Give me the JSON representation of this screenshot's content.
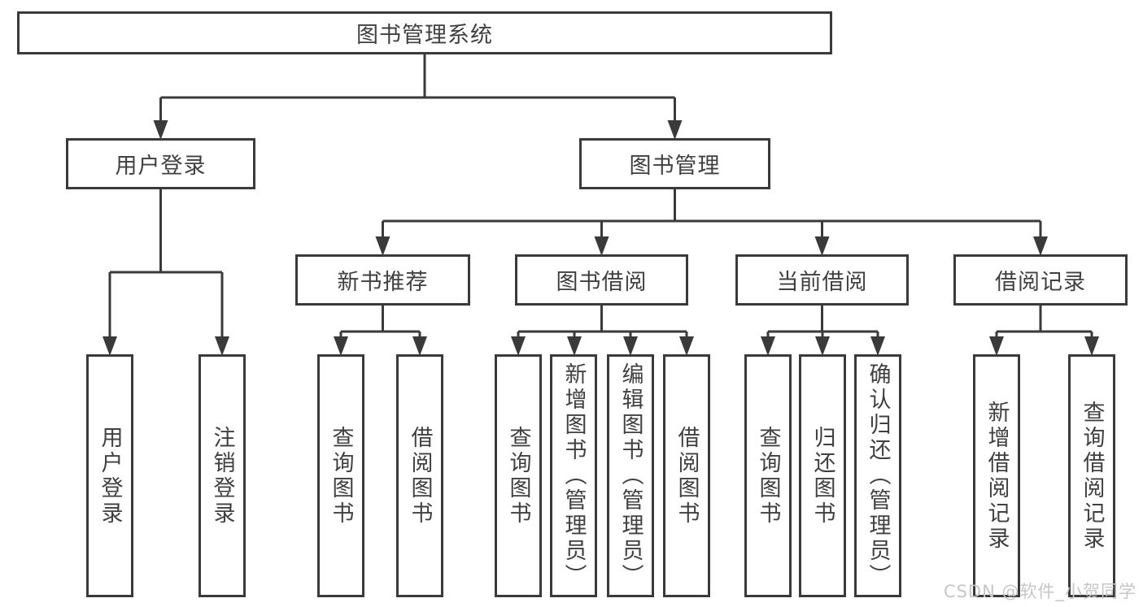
{
  "tree": {
    "root": "图书管理系统",
    "children": [
      {
        "label": "用户登录",
        "children": [
          "用户登录",
          "注销登录"
        ]
      },
      {
        "label": "图书管理",
        "children": [
          {
            "label": "新书推荐",
            "children": [
              "查询图书",
              "借阅图书"
            ]
          },
          {
            "label": "图书借阅",
            "children": [
              "查询图书",
              "新增图书（管理员）",
              "编辑图书（管理员）",
              "借阅图书"
            ]
          },
          {
            "label": "当前借阅",
            "children": [
              "查询图书",
              "归还图书",
              "确认归还（管理员）"
            ]
          },
          {
            "label": "借阅记录",
            "children": [
              "新增借阅记录",
              "查询借阅记录"
            ]
          }
        ]
      }
    ]
  },
  "watermark": {
    "text": "CSDN @软件_小贺同学"
  },
  "colors": {
    "line": "#3a3a3a",
    "text": "#404040",
    "background": "#ffffff",
    "watermark": "#c6c6c6"
  }
}
